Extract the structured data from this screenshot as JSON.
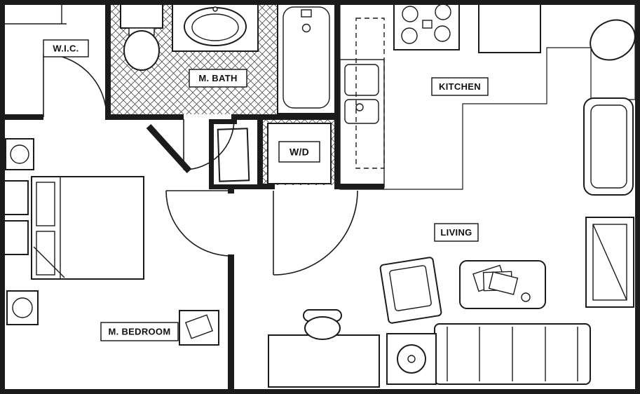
{
  "title": "Apartment floor plan",
  "rooms": {
    "wic": "W.I.C.",
    "master_bath": "M. BATH",
    "kitchen": "KITCHEN",
    "washer_dryer": "W/D",
    "living": "LIVING",
    "master_bedroom": "M. BEDROOM"
  },
  "colors": {
    "wall": "#1b1b1b",
    "line": "#1b1b1b",
    "floor": "#ffffff",
    "tile_hatch": "#4d4d4d",
    "label_border": "#111111"
  },
  "legend": {
    "tiled_floor_rooms": [
      "master_bath",
      "washer_dryer",
      "kitchen"
    ],
    "fixtures": [
      "toilet",
      "vanity-sink",
      "bathtub",
      "stove",
      "refrigerator",
      "kitchen-sink",
      "washer-dryer-unit",
      "water-heater",
      "bed",
      "nightstand",
      "dresser",
      "desk",
      "desk-chair",
      "armchair",
      "coffee-table",
      "sofa",
      "side-table-lamp",
      "recliner",
      "tv-console"
    ]
  }
}
